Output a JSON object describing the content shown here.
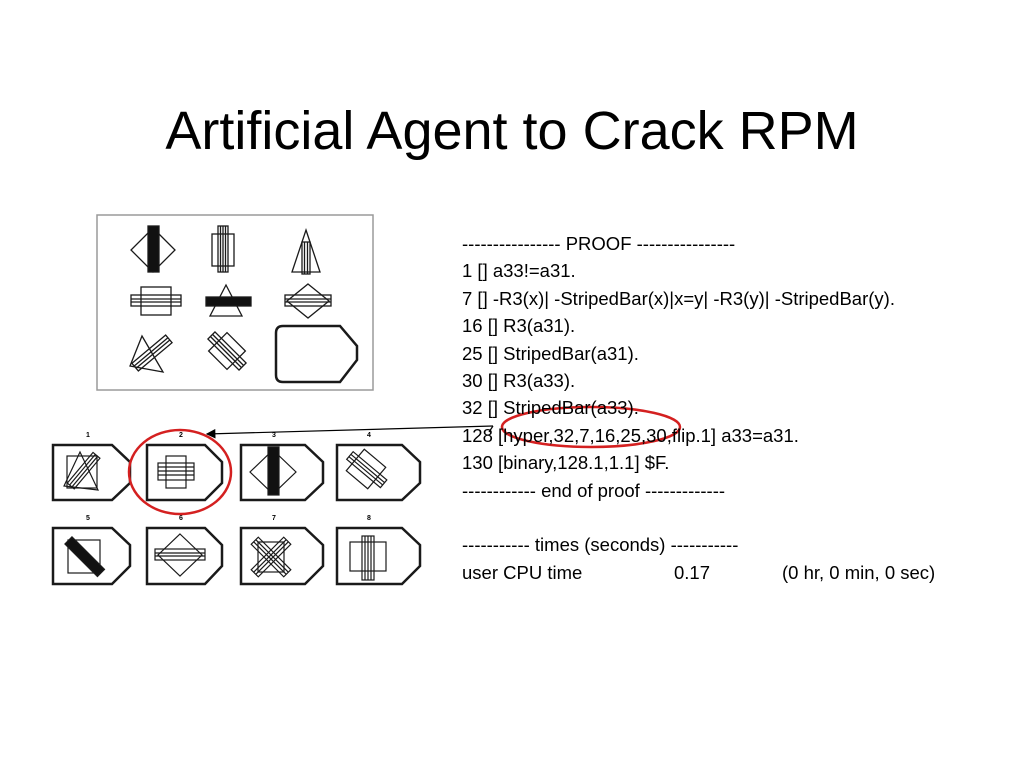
{
  "slide": {
    "title": "Artificial Agent to Crack RPM"
  },
  "matrix": {
    "answer_labels": [
      "1",
      "2",
      "3",
      "4",
      "5",
      "6",
      "7",
      "8"
    ]
  },
  "proof": {
    "header": "---------------- PROOF ----------------",
    "lines": [
      "1 [] a33!=a31.",
      "7 [] -R3(x)| -StripedBar(x)|x=y| -R3(y)| -StripedBar(y).",
      "16 [] R3(a31).",
      "25 [] StripedBar(a31).",
      "30 [] R3(a33).",
      "32 [] StripedBar(a33).",
      "128 [hyper,32,7,16,25,30,flip.1] a33=a31.",
      "130 [binary,128.1,1.1] $F."
    ],
    "footer": "------------ end of proof -------------",
    "times_header": "----------- times (seconds) -----------",
    "times_label": "user CPU time",
    "times_value": "0.17",
    "times_detail": "(0 hr, 0 min, 0 sec)"
  },
  "colors": {
    "highlight": "#d42020",
    "figure_stroke": "#1a1a1a"
  }
}
